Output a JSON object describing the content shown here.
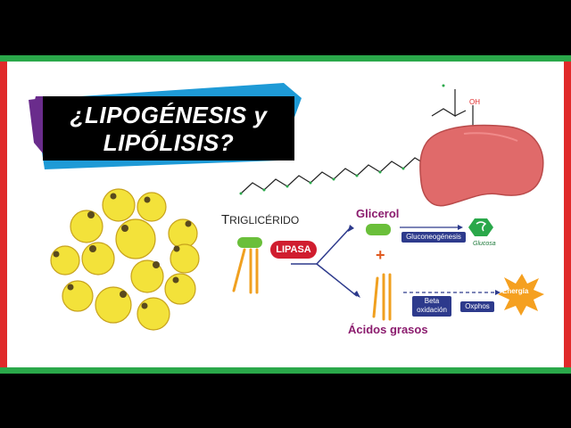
{
  "title": {
    "line1": "¿LIPOGÉNESIS y",
    "line2": "LIPÓLISIS?"
  },
  "labels": {
    "triglicerido_cap": "T",
    "triglicerido_rest": "RIGLICÉRIDO",
    "lipasa": "LIPASA",
    "glicerol": "Glicerol",
    "plus": "+",
    "acidos_grasos": "Ácidos grasos",
    "gluconeogenesis": "Gluconeogénesis",
    "glucosa": "Glucosa",
    "beta_oxidacion_1": "Beta",
    "beta_oxidacion_2": "oxidación",
    "oxphos": "Oxphos",
    "energia": "Energía",
    "oh": "OH"
  },
  "colors": {
    "frame_green": "#2aa84a",
    "frame_red": "#e02a2a",
    "banner_blue": "#1e9ad6",
    "banner_purple": "#6a2c8c",
    "fat_cell": "#f3e23a",
    "fat_cell_border": "#c7a21c",
    "nucleus": "#5a4a1e",
    "glycerol_green": "#6abf3a",
    "acid_orange": "#f0a020",
    "liver": "#e06a6a",
    "label_purple": "#8b1c6e",
    "pill_blue": "#2d3a8c",
    "lipasa_red": "#d01d2f",
    "energy_orange": "#f5a020"
  },
  "icons": [
    "fat-cell-cluster",
    "liver-illustration",
    "fatty-acid-chain",
    "glucose-hexagon",
    "energy-star"
  ]
}
